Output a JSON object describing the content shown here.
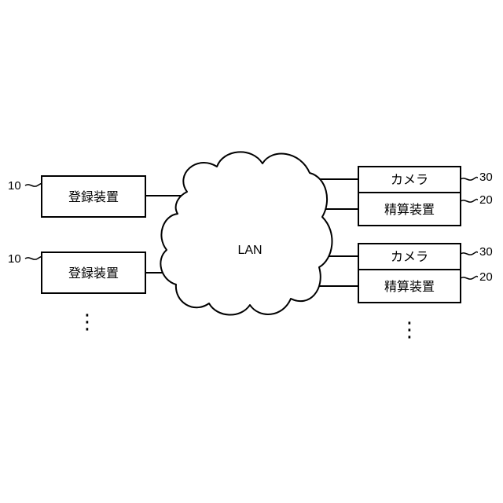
{
  "network": {
    "label": "LAN"
  },
  "registration_devices": [
    {
      "label": "登録装置",
      "ref": "10"
    },
    {
      "label": "登録装置",
      "ref": "10"
    }
  ],
  "settlement_units": [
    {
      "camera_label": "カメラ",
      "camera_ref": "30",
      "settlement_label": "精算装置",
      "settlement_ref": "20"
    },
    {
      "camera_label": "カメラ",
      "camera_ref": "30",
      "settlement_label": "精算装置",
      "settlement_ref": "20"
    }
  ],
  "continuation_marks": {
    "left": "⋮",
    "right": "⋮"
  }
}
